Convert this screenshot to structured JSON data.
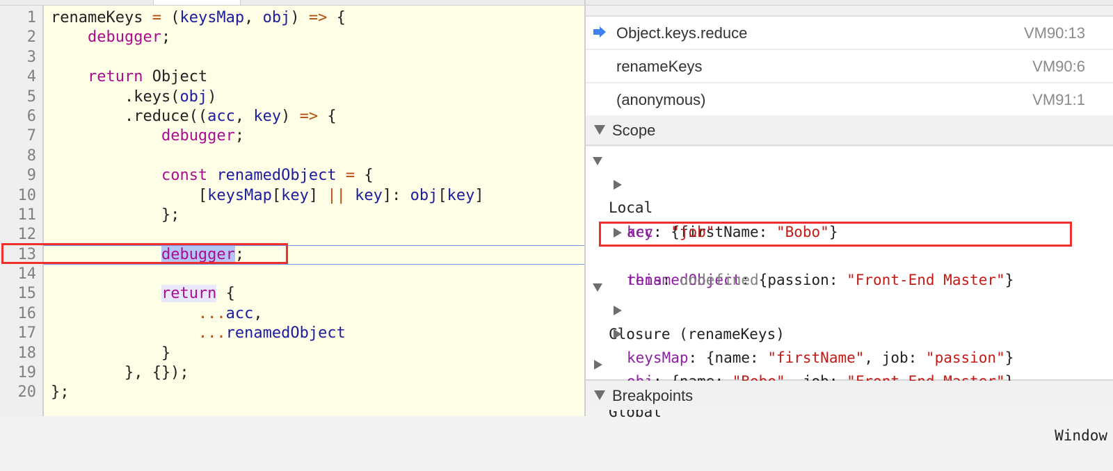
{
  "editor": {
    "lines": [
      {
        "n": "1",
        "tokens": [
          {
            "t": "renameKeys ",
            "c": "pl"
          },
          {
            "t": "=",
            "c": "op"
          },
          {
            "t": " (",
            "c": "pl"
          },
          {
            "t": "keysMap",
            "c": "vr"
          },
          {
            "t": ", ",
            "c": "pl"
          },
          {
            "t": "obj",
            "c": "vr"
          },
          {
            "t": ") ",
            "c": "pl"
          },
          {
            "t": "=>",
            "c": "op"
          },
          {
            "t": " {",
            "c": "pl"
          }
        ]
      },
      {
        "n": "2",
        "tokens": [
          {
            "t": "    ",
            "c": "pl"
          },
          {
            "t": "debugger",
            "c": "kw"
          },
          {
            "t": ";",
            "c": "pl"
          }
        ]
      },
      {
        "n": "3",
        "tokens": []
      },
      {
        "n": "4",
        "tokens": [
          {
            "t": "    ",
            "c": "pl"
          },
          {
            "t": "return",
            "c": "kw"
          },
          {
            "t": " Object",
            "c": "pl"
          }
        ]
      },
      {
        "n": "5",
        "tokens": [
          {
            "t": "        .keys(",
            "c": "pl"
          },
          {
            "t": "obj",
            "c": "vr"
          },
          {
            "t": ")",
            "c": "pl"
          }
        ]
      },
      {
        "n": "6",
        "tokens": [
          {
            "t": "        .reduce((",
            "c": "pl"
          },
          {
            "t": "acc",
            "c": "vr"
          },
          {
            "t": ", ",
            "c": "pl"
          },
          {
            "t": "key",
            "c": "vr"
          },
          {
            "t": ") ",
            "c": "pl"
          },
          {
            "t": "=>",
            "c": "op"
          },
          {
            "t": " {",
            "c": "pl"
          }
        ]
      },
      {
        "n": "7",
        "tokens": [
          {
            "t": "            ",
            "c": "pl"
          },
          {
            "t": "debugger",
            "c": "kw"
          },
          {
            "t": ";",
            "c": "pl"
          }
        ]
      },
      {
        "n": "8",
        "tokens": []
      },
      {
        "n": "9",
        "tokens": [
          {
            "t": "            ",
            "c": "pl"
          },
          {
            "t": "const",
            "c": "kw"
          },
          {
            "t": " ",
            "c": "pl"
          },
          {
            "t": "renamedObject",
            "c": "vr"
          },
          {
            "t": " ",
            "c": "pl"
          },
          {
            "t": "=",
            "c": "op"
          },
          {
            "t": " {",
            "c": "pl"
          }
        ]
      },
      {
        "n": "10",
        "tokens": [
          {
            "t": "                [",
            "c": "pl"
          },
          {
            "t": "keysMap",
            "c": "vr"
          },
          {
            "t": "[",
            "c": "pl"
          },
          {
            "t": "key",
            "c": "vr"
          },
          {
            "t": "] ",
            "c": "pl"
          },
          {
            "t": "||",
            "c": "op"
          },
          {
            "t": " ",
            "c": "pl"
          },
          {
            "t": "key",
            "c": "vr"
          },
          {
            "t": "]: ",
            "c": "pl"
          },
          {
            "t": "obj",
            "c": "vr"
          },
          {
            "t": "[",
            "c": "pl"
          },
          {
            "t": "key",
            "c": "vr"
          },
          {
            "t": "]",
            "c": "pl"
          }
        ]
      },
      {
        "n": "11",
        "tokens": [
          {
            "t": "            };",
            "c": "pl"
          }
        ]
      },
      {
        "n": "12",
        "tokens": []
      },
      {
        "n": "13",
        "exec": true,
        "tokens": [
          {
            "t": "            ",
            "c": "pl"
          },
          {
            "t": "debugger",
            "c": "kw sel"
          },
          {
            "t": ";",
            "c": "pl"
          }
        ]
      },
      {
        "n": "14",
        "tokens": []
      },
      {
        "n": "15",
        "tokens": [
          {
            "t": "            ",
            "c": "pl"
          },
          {
            "t": "return",
            "c": "kw ret-hl"
          },
          {
            "t": " {",
            "c": "pl"
          }
        ]
      },
      {
        "n": "16",
        "tokens": [
          {
            "t": "                ",
            "c": "pl"
          },
          {
            "t": "...",
            "c": "op"
          },
          {
            "t": "acc",
            "c": "vr"
          },
          {
            "t": ",",
            "c": "pl"
          }
        ]
      },
      {
        "n": "17",
        "tokens": [
          {
            "t": "                ",
            "c": "pl"
          },
          {
            "t": "...",
            "c": "op"
          },
          {
            "t": "renamedObject",
            "c": "vr"
          }
        ]
      },
      {
        "n": "18",
        "tokens": [
          {
            "t": "            }",
            "c": "pl"
          }
        ]
      },
      {
        "n": "19",
        "tokens": [
          {
            "t": "        }, {});",
            "c": "pl"
          }
        ]
      },
      {
        "n": "20",
        "tokens": [
          {
            "t": "};",
            "c": "pl"
          }
        ]
      }
    ],
    "highlight_color": "#f0302a",
    "exec_line_color": "#6f98f0"
  },
  "callstack": {
    "frames": [
      {
        "name": "Object.keys.reduce",
        "location": "VM90:13",
        "current": true
      },
      {
        "name": "renameKeys",
        "location": "VM90:6",
        "current": false
      },
      {
        "name": "(anonymous)",
        "location": "VM91:1",
        "current": false
      }
    ]
  },
  "scope": {
    "header": "Scope",
    "local": {
      "label": "Local",
      "acc": {
        "name": "acc",
        "sep": ": ",
        "open": "{firstName: ",
        "val": "\"Bobo\"",
        "close": "}"
      },
      "key": {
        "name": "key",
        "sep": ": ",
        "val": "\"job\""
      },
      "renamedObject": {
        "name": "renamedObject",
        "sep": ": ",
        "open": "{passion: ",
        "val": "\"Front-End Master\"",
        "close": "}"
      },
      "this": {
        "name": "this",
        "sep": ": ",
        "val": "undefined"
      }
    },
    "closure": {
      "label": "Closure (renameKeys)",
      "keysMap": {
        "name": "keysMap",
        "sep": ": ",
        "p1": "{name: ",
        "v1": "\"firstName\"",
        "p2": ", job: ",
        "v2": "\"passion\"",
        "close": "}"
      },
      "obj": {
        "name": "obj",
        "sep": ": ",
        "p1": "{name: ",
        "v1": "\"Bobo\"",
        "p2": ", job: ",
        "v2": "\"Front-End Master\"",
        "close": "}"
      }
    },
    "global": {
      "label": "Global",
      "value": "Window"
    }
  },
  "breakpoints": {
    "header": "Breakpoints"
  }
}
